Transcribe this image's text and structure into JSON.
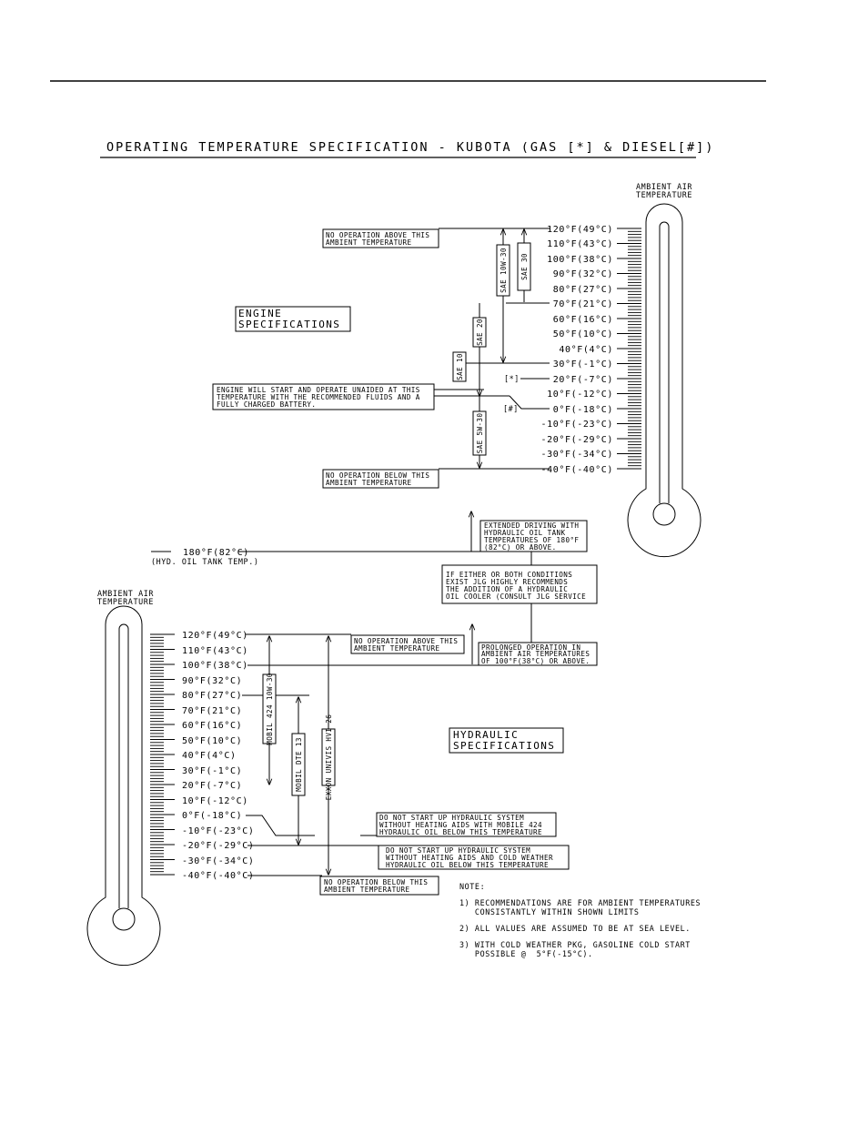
{
  "title": "OPERATING TEMPERATURE SPECIFICATION - KUBOTA (GAS [*] & DIESEL[#])",
  "engine": {
    "thermometer_label": [
      "AMBIENT AIR",
      "TEMPERATURE"
    ],
    "scale": [
      "120°F(49°C)",
      "110°F(43°C)",
      "100°F(38°C)",
      "90°F(32°C)",
      "80°F(27°C)",
      "70°F(21°C)",
      "60°F(16°C)",
      "50°F(10°C)",
      "40°F(4°C)",
      "30°F(-1°C)",
      "20°F(-7°C)",
      "10°F(-12°C)",
      "0°F(-18°C)",
      "-10°F(-23°C)",
      "-20°F(-29°C)",
      "-30°F(-34°C)",
      "-40°F(-40°C)"
    ],
    "section_label": [
      "ENGINE",
      "SPECIFICATIONS"
    ],
    "no_op_above": [
      "NO OPERATION ABOVE THIS",
      "AMBIENT TEMPERATURE"
    ],
    "no_op_below": [
      "NO OPERATION BELOW THIS",
      "AMBIENT TEMPERATURE"
    ],
    "start_note": [
      "ENGINE WILL START AND OPERATE UNAIDED AT THIS",
      "TEMPERATURE WITH THE RECOMMENDED FLUIDS AND A",
      "FULLY CHARGED BATTERY."
    ],
    "gas_marker": "[*]",
    "diesel_marker": "[#]",
    "fluids": {
      "sae_10w30": "SAE 10W-30",
      "sae_30": "SAE 30",
      "sae_20": "SAE 20",
      "sae_10": "SAE 10",
      "sae_5w30": "SAE 5W-30"
    }
  },
  "hydraulic": {
    "tank_temp": "180°F(82°C)",
    "tank_temp_note": "(HYD. OIL TANK TEMP.)",
    "extended_driving": [
      "EXTENDED DRIVING WITH",
      "HYDRAULIC OIL TANK",
      "TEMPERATURES OF 180°F",
      "(82°C) OR ABOVE."
    ],
    "conditions": [
      "IF EITHER OR BOTH CONDITIONS",
      "EXIST JLG HIGHLY RECOMMENDS",
      "THE ADDITION OF A HYDRAULIC",
      "OIL COOLER (CONSULT JLG SERVICE"
    ],
    "prolonged": [
      "PROLONGED OPERATION IN",
      "AMBIENT AIR TEMPERATURES",
      "OF 100°F(38°C) OR ABOVE."
    ],
    "thermometer_label": [
      "AMBIENT AIR",
      "TEMPERATURE"
    ],
    "scale": [
      "120°F(49°C)",
      "110°F(43°C)",
      "100°F(38°C)",
      "90°F(32°C)",
      "80°F(27°C)",
      "70°F(21°C)",
      "60°F(16°C)",
      "50°F(10°C)",
      "40°F(4°C)",
      "30°F(-1°C)",
      "20°F(-7°C)",
      "10°F(-12°C)",
      "0°F(-18°C)",
      "-10°F(-23°C)",
      "-20°F(-29°C)",
      "-30°F(-34°C)",
      "-40°F(-40°C)"
    ],
    "section_label": [
      "HYDRAULIC",
      "SPECIFICATIONS"
    ],
    "no_op_above": [
      "NO OPERATION ABOVE THIS",
      "AMBIENT TEMPERATURE"
    ],
    "no_op_below": [
      "NO OPERATION BELOW THIS",
      "AMBIENT TEMPERATURE"
    ],
    "mobile_note": [
      "DO NOT START UP HYDRAULIC SYSTEM",
      "WITHOUT HEATING AIDS WITH MOBILE 424",
      "HYDRAULIC OIL BELOW THIS TEMPERATURE"
    ],
    "cold_note": [
      "DO NOT START UP HYDRAULIC SYSTEM",
      "WITHOUT HEATING AIDS AND COLD WEATHER",
      "HYDRAULIC OIL BELOW THIS TEMPERATURE"
    ],
    "fluids": {
      "mobil_424": "MOBIL 424 10W-30",
      "mobil_dte": "MOBIL DTE 13",
      "exxon": "EXXON UNIVIS HVI 26"
    }
  },
  "notes": {
    "heading": "NOTE:",
    "items": [
      [
        "1) RECOMMENDATIONS ARE FOR AMBIENT TEMPERATURES",
        "   CONSISTANTLY WITHIN SHOWN LIMITS"
      ],
      [
        "2) ALL VALUES ARE ASSUMED TO BE AT SEA LEVEL."
      ],
      [
        "3) WITH COLD WEATHER PKG, GASOLINE COLD START",
        "   POSSIBLE @  5°F(-15°C)."
      ]
    ]
  }
}
